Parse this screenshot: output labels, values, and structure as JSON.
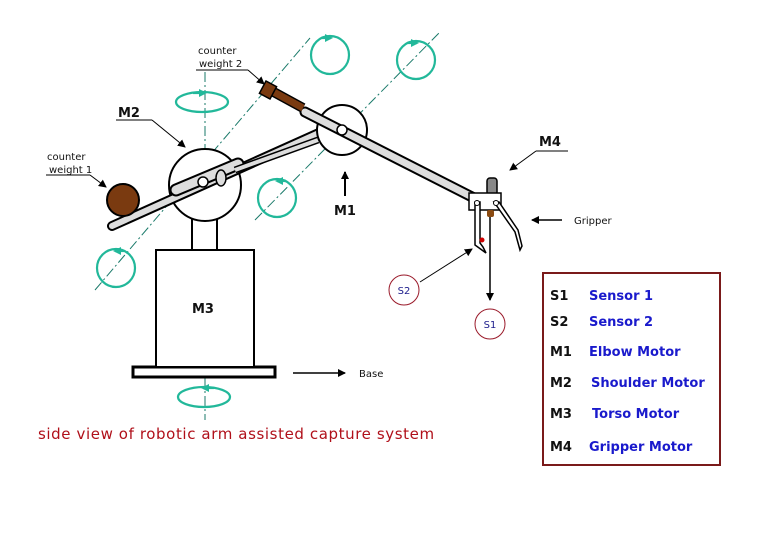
{
  "diagram": {
    "caption": "side view of robotic arm assisted capture system",
    "labels": {
      "counter_weight_1": [
        "counter",
        "weight 1"
      ],
      "counter_weight_2": [
        "counter",
        "weight 2"
      ],
      "m1": "M1",
      "m2": "M2",
      "m3": "M3",
      "m4": "M4",
      "gripper": "Gripper",
      "base": "Base",
      "s1": "S1",
      "s2": "S2"
    },
    "legend": [
      {
        "key": "S1",
        "value": "Sensor 1"
      },
      {
        "key": "S2",
        "value": "Sensor 2"
      },
      {
        "key": "M1",
        "value": "Elbow Motor"
      },
      {
        "key": "M2",
        "value": "Shoulder Motor"
      },
      {
        "key": "M3",
        "value": "Torso Motor"
      },
      {
        "key": "M4",
        "value": "Gripper Motor"
      }
    ],
    "colors": {
      "rotation_arrow": "#22b89a",
      "axis_line": "#1a7a6a",
      "counterweight": "#7a3a10",
      "sensor_circle": "#9a1a2a",
      "legend_border": "#7a1a1a",
      "caption": "#b0101a",
      "legend_text": "#1a1acc"
    }
  }
}
